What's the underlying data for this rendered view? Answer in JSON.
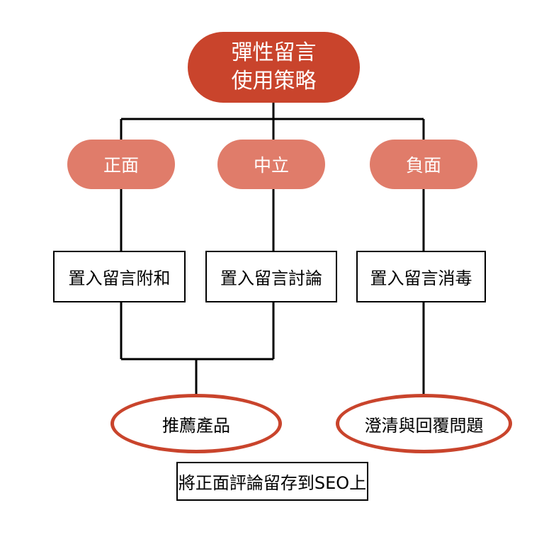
{
  "diagram": {
    "root": {
      "label": "彈性留言\n使用策略"
    },
    "categories": [
      {
        "label": "正面"
      },
      {
        "label": "中立"
      },
      {
        "label": "負面"
      }
    ],
    "actions": [
      {
        "label": "置入留言附和"
      },
      {
        "label": "置入留言討論"
      },
      {
        "label": "置入留言消毒"
      }
    ],
    "outcomes": [
      {
        "label": "推薦產品"
      },
      {
        "label": "澄清與回覆問題"
      }
    ],
    "footer": {
      "label": "將正面評論留存到SEO上"
    }
  },
  "colors": {
    "root_fill": "#c9442c",
    "category_fill": "#e07c6a",
    "outcome_border": "#c9442c",
    "line": "#000000"
  }
}
